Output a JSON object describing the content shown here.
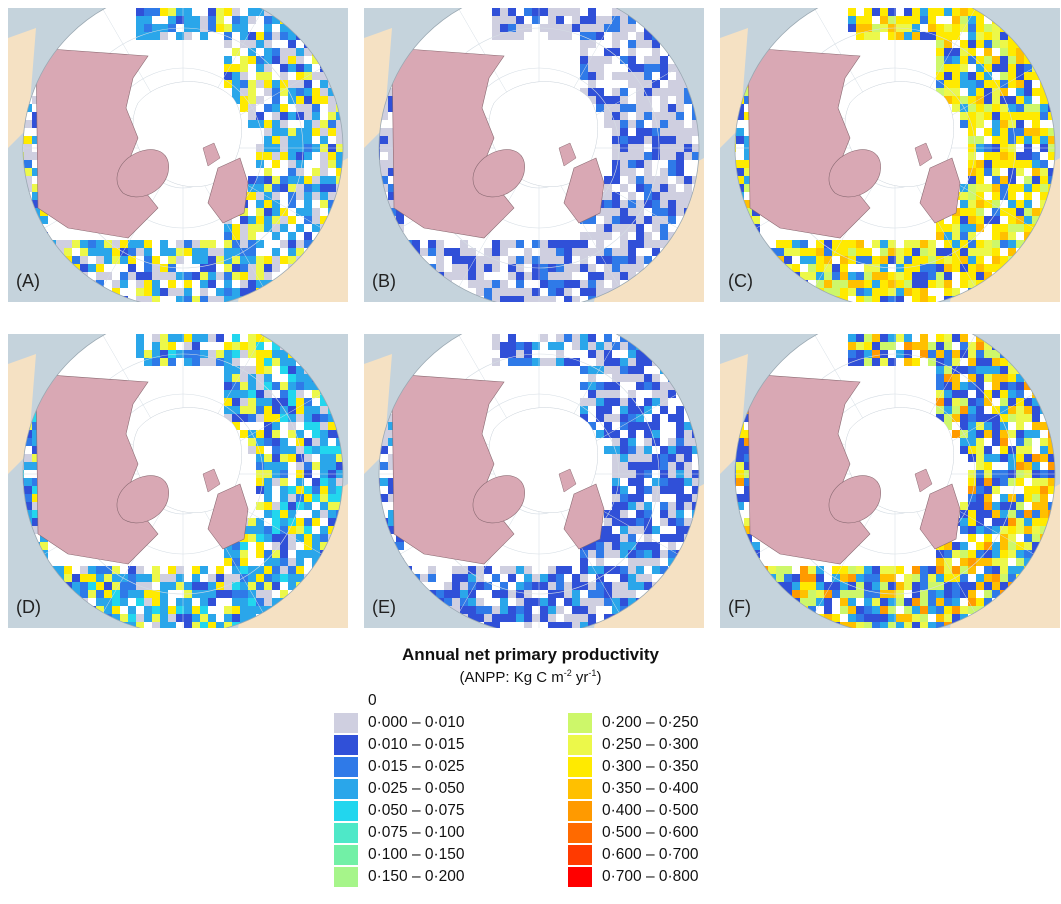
{
  "panels": [
    {
      "label": "(A)"
    },
    {
      "label": "(B)"
    },
    {
      "label": "(C)"
    },
    {
      "label": "(D)"
    },
    {
      "label": "(E)"
    },
    {
      "label": "(F)"
    }
  ],
  "legend": {
    "title": "Annual net primary productivity",
    "subtitle_prefix": "(ANPP:  Kg C m",
    "subtitle_exp1": "-2",
    "subtitle_mid": " yr",
    "subtitle_exp2": "-1",
    "subtitle_suffix": ")",
    "classes": [
      {
        "label": "0",
        "color": "#ffffff"
      },
      {
        "label": "0·000 – 0·010",
        "color": "#cfcfe0"
      },
      {
        "label": "0·010 – 0·015",
        "color": "#3050d8"
      },
      {
        "label": "0·015 – 0·025",
        "color": "#2f7ae8"
      },
      {
        "label": "0·025 – 0·050",
        "color": "#2aa6ea"
      },
      {
        "label": "0·050 – 0·075",
        "color": "#22d6ee"
      },
      {
        "label": "0·075 – 0·100",
        "color": "#4ee8c8"
      },
      {
        "label": "0·100 – 0·150",
        "color": "#72f0a6"
      },
      {
        "label": "0·150 – 0·200",
        "color": "#a6f58a"
      },
      {
        "label": "0·200 – 0·250",
        "color": "#cdf76a"
      },
      {
        "label": "0·250 – 0·300",
        "color": "#ecf84a"
      },
      {
        "label": "0·300 – 0·350",
        "color": "#ffea00"
      },
      {
        "label": "0·350 – 0·400",
        "color": "#ffc000"
      },
      {
        "label": "0·400 – 0·500",
        "color": "#ff9a00"
      },
      {
        "label": "0·500 – 0·600",
        "color": "#ff6a00"
      },
      {
        "label": "0·600 – 0·700",
        "color": "#ff3a00"
      },
      {
        "label": "0·700 – 0·800",
        "color": "#ff0000"
      }
    ]
  },
  "colors": {
    "ocean": "#c5d3dc",
    "greenland_ice": "#d9a8b4",
    "outside_land": "#f5e1c3",
    "no_data": "#ffffff"
  }
}
